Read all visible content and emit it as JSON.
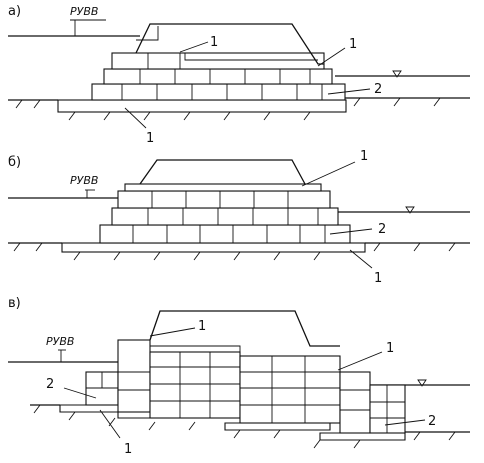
{
  "panels": [
    {
      "panel_label": "а)",
      "water_level_label": "РУВВ",
      "callouts": [
        "1",
        "1",
        "2",
        "1"
      ]
    },
    {
      "panel_label": "б)",
      "water_level_label": "РУВВ",
      "callouts": [
        "1",
        "2",
        "1"
      ]
    },
    {
      "panel_label": "в)",
      "water_level_label": "РУВВ",
      "callouts": [
        "1",
        "1",
        "2",
        "2",
        "1"
      ]
    }
  ]
}
